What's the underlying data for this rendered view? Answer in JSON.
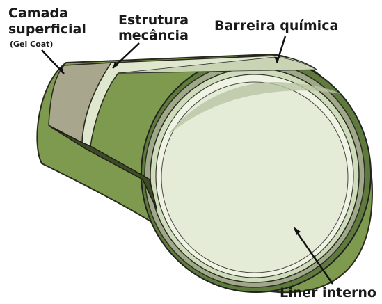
{
  "labels": {
    "surface_title_line1": "Camada",
    "surface_title_line2": "superficial",
    "surface_note": "(Gel Coat)",
    "mechanical_line1": "Estrutura",
    "mechanical_line2": "mecância",
    "chemical": "Barreira química",
    "liner": "Liner interno"
  },
  "colors": {
    "gel_coat": "#7d9a4e",
    "mechanical_structure": "#a8a68c",
    "chemical_barrier": "#dfe8cf",
    "liner": "#e8efdc",
    "interior": "#dde8d2"
  }
}
